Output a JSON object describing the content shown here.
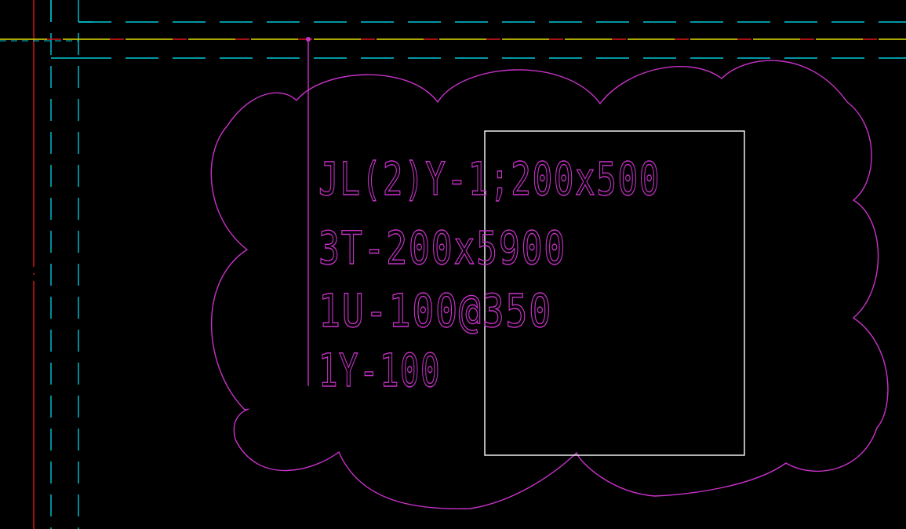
{
  "drawing": {
    "background_color": "#000000",
    "colors": {
      "wall_line": "#00c8d8",
      "axis_red": "#e01818",
      "axis_yellow": "#e0e000",
      "annotation": "#c832c8",
      "column_box": "#ffffff"
    },
    "annotation_lines": [
      "JL(2)Y-1;200x500",
      "3T-200x5900",
      "1U-100@350",
      "1Y-100"
    ],
    "revision_cloud": {
      "shape": "cloud",
      "color_name": "magenta"
    },
    "column_box": {
      "shape": "rectangle",
      "color_name": "white"
    }
  }
}
